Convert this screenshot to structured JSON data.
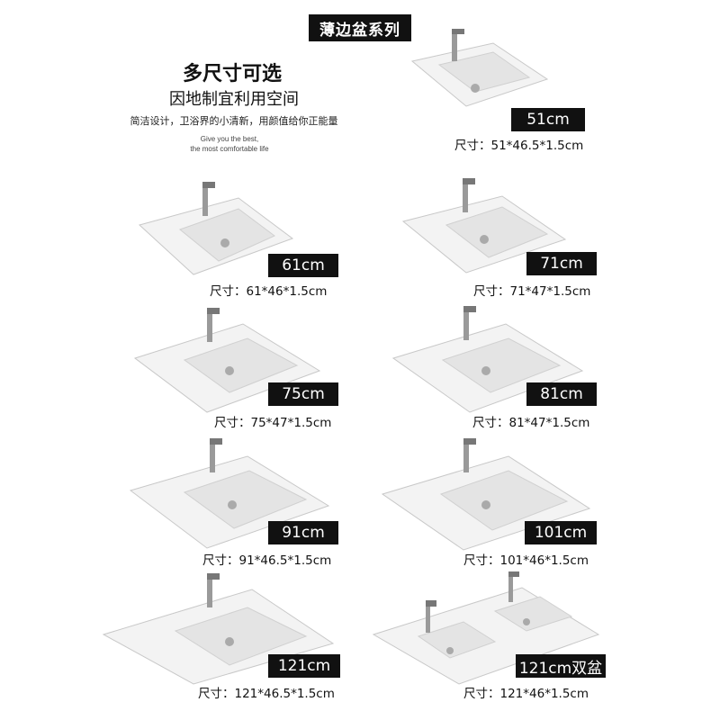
{
  "header": {
    "series_title": "薄边盆系列",
    "headline": "多尺寸可选",
    "subline": "因地制宜利用空间",
    "description": "简洁设计，卫浴界的小清新，用颜值给你正能量",
    "english_line1": "Give you the best,",
    "english_line2": "the most comfortable life"
  },
  "products": [
    {
      "size_label": "51cm",
      "spec": "尺寸：51*46.5*1.5cm"
    },
    {
      "size_label": "61cm",
      "spec": "尺寸：61*46*1.5cm"
    },
    {
      "size_label": "71cm",
      "spec": "尺寸：71*47*1.5cm"
    },
    {
      "size_label": "75cm",
      "spec": "尺寸：75*47*1.5cm"
    },
    {
      "size_label": "81cm",
      "spec": "尺寸：81*47*1.5cm"
    },
    {
      "size_label": "91cm",
      "spec": "尺寸：91*46.5*1.5cm"
    },
    {
      "size_label": "101cm",
      "spec": "尺寸：101*46*1.5cm"
    },
    {
      "size_label": "121cm",
      "spec": "尺寸：121*46.5*1.5cm"
    },
    {
      "size_label": "121cm双盆",
      "spec": "尺寸：121*46*1.5cm"
    }
  ],
  "colors": {
    "badge_bg": "#111111",
    "badge_text": "#ffffff",
    "ceramic": "#f4f4f4"
  }
}
